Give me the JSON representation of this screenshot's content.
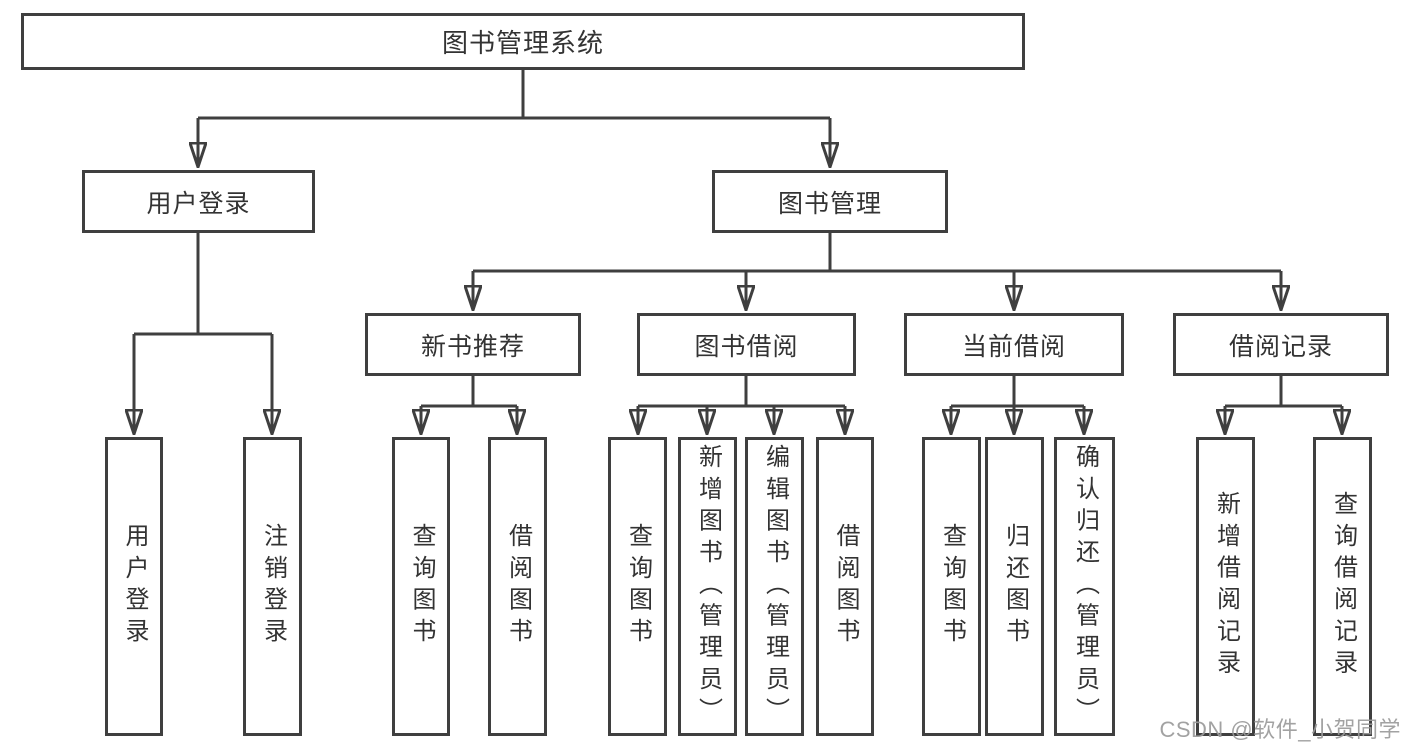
{
  "tree": {
    "label": "图书管理系统",
    "children": [
      {
        "label": "用户登录",
        "children": [
          {
            "label": "用户登录"
          },
          {
            "label": "注销登录"
          }
        ]
      },
      {
        "label": "图书管理",
        "children": [
          {
            "label": "新书推荐",
            "children": [
              {
                "label": "查询图书"
              },
              {
                "label": "借阅图书"
              }
            ]
          },
          {
            "label": "图书借阅",
            "children": [
              {
                "label": "查询图书"
              },
              {
                "label": "新增图书（管理员）"
              },
              {
                "label": "编辑图书（管理员）"
              },
              {
                "label": "借阅图书"
              }
            ]
          },
          {
            "label": "当前借阅",
            "children": [
              {
                "label": "查询图书"
              },
              {
                "label": "归还图书"
              },
              {
                "label": "确认归还（管理员）"
              }
            ]
          },
          {
            "label": "借阅记录",
            "children": [
              {
                "label": "新增借阅记录"
              },
              {
                "label": "查询借阅记录"
              }
            ]
          }
        ]
      }
    ]
  },
  "watermark": "CSDN @软件_小贺同学",
  "colors": {
    "line": "#3f3f3f",
    "text": "#333333",
    "bg": "#ffffff",
    "wm": "#9b9b9b"
  }
}
